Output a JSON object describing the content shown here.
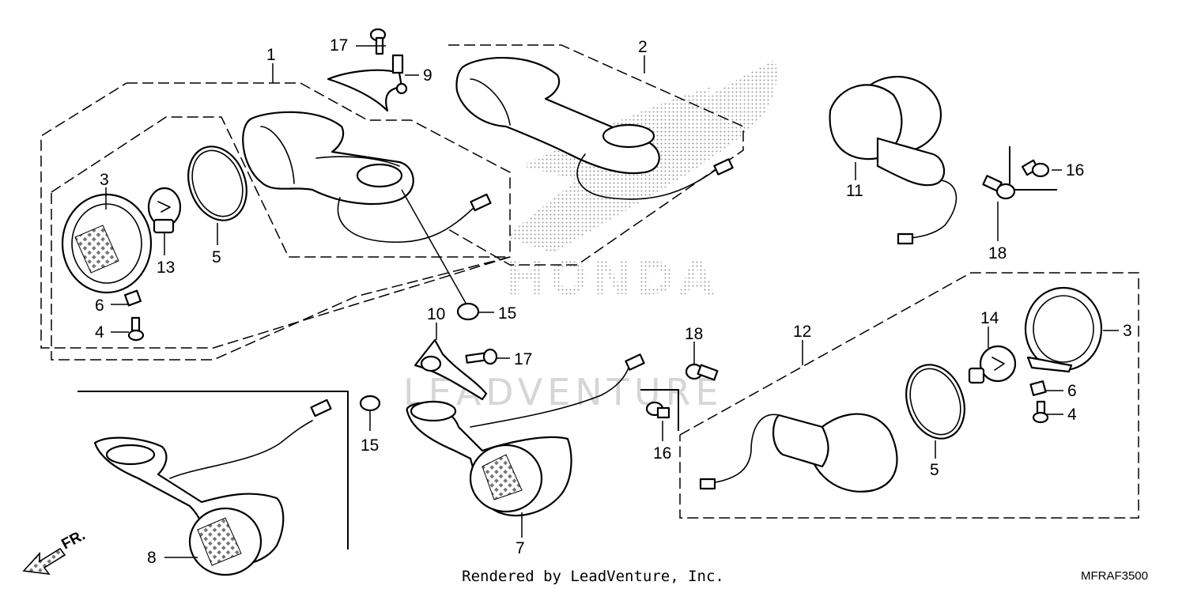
{
  "diagram": {
    "watermark_brand": "HONDA",
    "watermark_dealer": "LEADVENTURE",
    "front_marker": "FR.",
    "footer_credit": "Rendered by LeadVenture, Inc.",
    "drawing_code": "MFRAF3500"
  },
  "callouts": {
    "c1": "1",
    "c2": "2",
    "c3a": "3",
    "c3b": "3",
    "c4a": "4",
    "c4b": "4",
    "c5a": "5",
    "c5b": "5",
    "c6a": "6",
    "c6b": "6",
    "c7": "7",
    "c8": "8",
    "c9": "9",
    "c10": "10",
    "c11": "11",
    "c12": "12",
    "c13": "13",
    "c14": "14",
    "c15a": "15",
    "c15b": "15",
    "c16a": "16",
    "c16b": "16",
    "c17a": "17",
    "c17b": "17",
    "c18a": "18",
    "c18b": "18"
  }
}
